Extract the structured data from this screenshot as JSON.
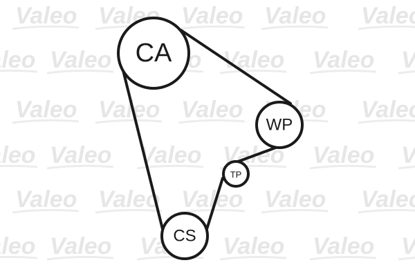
{
  "watermark": {
    "text": "Valeo",
    "color": "#e6e6e6"
  },
  "diagram": {
    "belt_color": "#1a1a1a",
    "pulleys": [
      {
        "id": "crankshaft-cam",
        "label": "CA"
      },
      {
        "id": "water-pump",
        "label": "WP"
      },
      {
        "id": "tensioner-pulley",
        "label": "TP"
      },
      {
        "id": "crankshaft",
        "label": "CS"
      }
    ]
  }
}
